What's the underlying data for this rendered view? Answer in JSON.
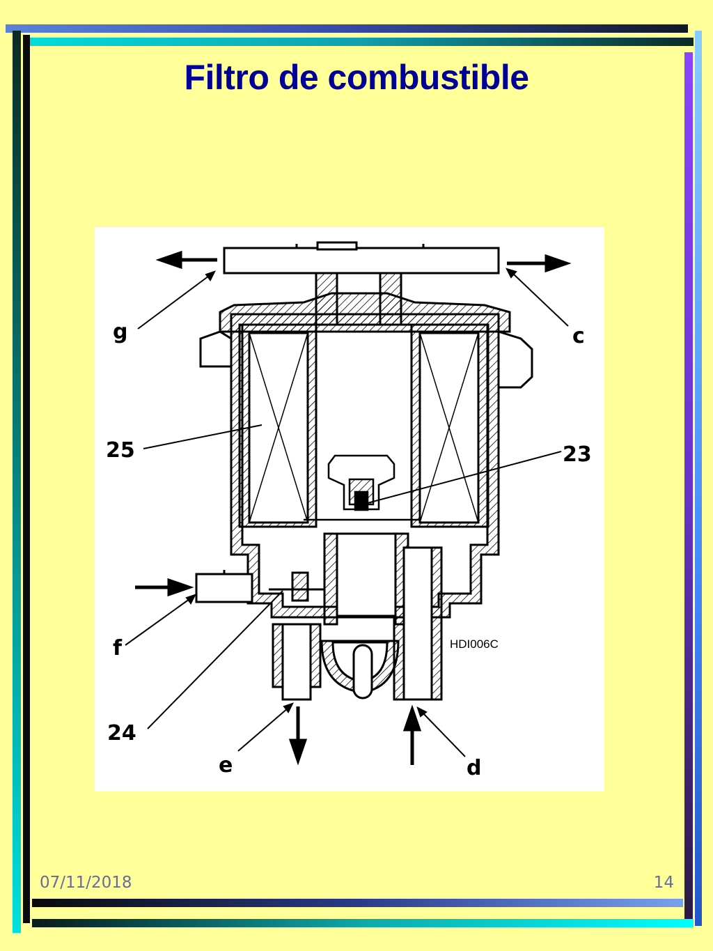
{
  "slide": {
    "title": "Filtro de combustible",
    "date": "07/11/2018",
    "page_number": "14"
  },
  "diagram": {
    "labels": {
      "g": "g",
      "c": "c",
      "n25": "25",
      "n23": "23",
      "f": "f",
      "n24": "24",
      "e": "e",
      "d": "d",
      "code": "HDI006C"
    }
  },
  "colors": {
    "background": "#FFFF99",
    "title": "#000099",
    "footer_text": "#6a6aa0"
  }
}
